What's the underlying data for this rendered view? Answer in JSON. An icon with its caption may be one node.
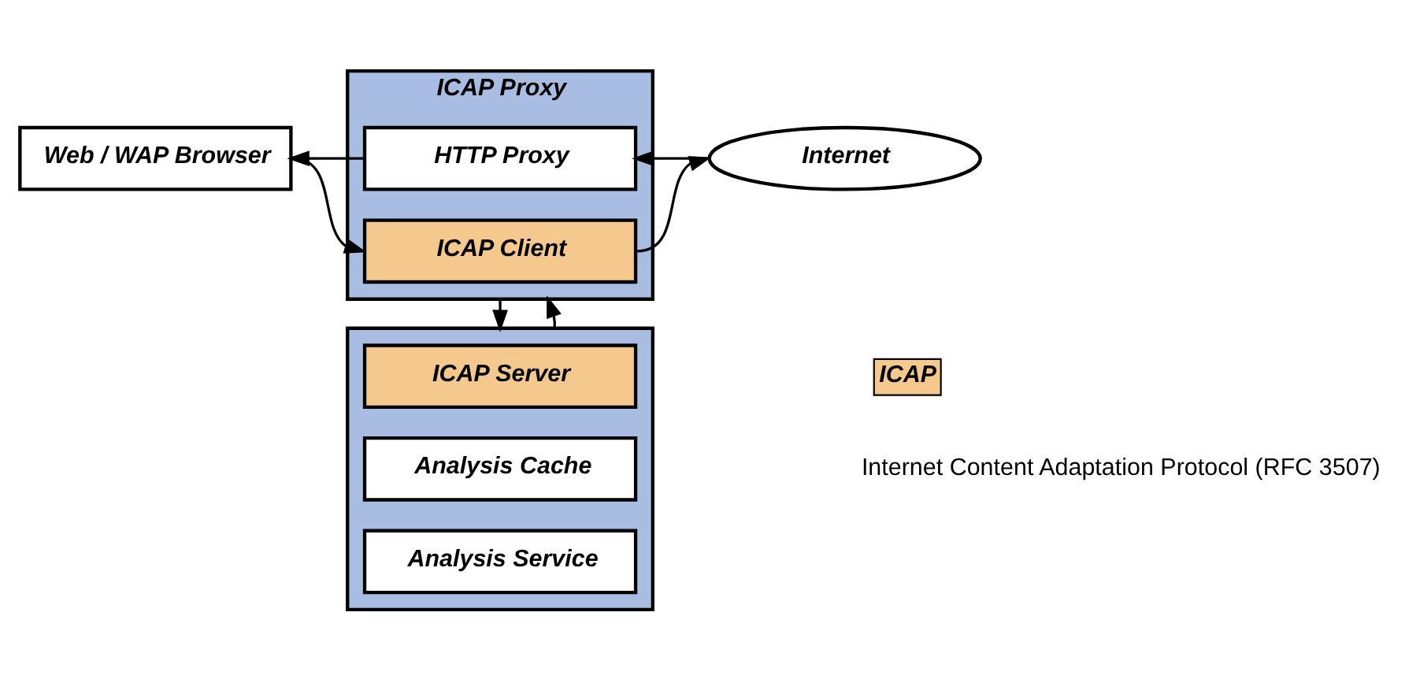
{
  "diagram": {
    "nodes": [
      {
        "text": [
          "Web / WAP Browser"
        ]
      },
      {
        "text": [
          "ICAP Proxy"
        ]
      },
      {
        "text": [
          "HTTP Proxy"
        ],
        "in": 1
      },
      {
        "text": [
          "ICAP Client"
        ],
        "in": 1
      },
      {
        "text": [
          "Internet"
        ]
      },
      {
        "text": [],
        "shape": "box"
      },
      {
        "text": [
          "ICAP Server"
        ],
        "in": 5
      },
      {
        "text": [
          "Analysis Cache"
        ],
        "in": 5
      },
      {
        "text": [
          "Analysis Service"
        ],
        "in": 5
      }
    ],
    "edges": [
      {
        "from": 2,
        "to": 0,
        "arrow": "to"
      },
      {
        "from": 0,
        "to": 3,
        "arrow": "to"
      },
      {
        "from": 4,
        "to": 2,
        "arrow": "to"
      },
      {
        "from": 3,
        "to": 4,
        "arrow": "to"
      },
      {
        "from": 1,
        "to": 5,
        "arrow": "to"
      },
      {
        "from": 5,
        "to": 1,
        "arrow": "to"
      }
    ],
    "labels": [
      "Internet Content Adaptation Protocol (RFC 3507)"
    ],
    "legend": [
      {
        "text": "ICAP",
        "color": "#f5c98e"
      }
    ]
  }
}
